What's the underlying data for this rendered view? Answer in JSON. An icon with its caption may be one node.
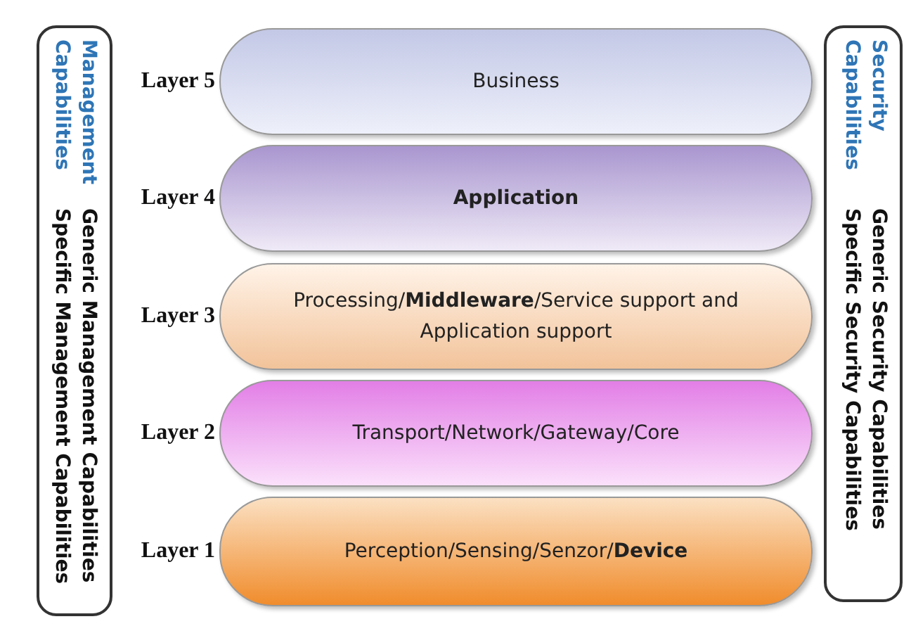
{
  "diagram": {
    "nodes": [
      {
        "text": [
          "Management Capabilities",
          "Generic Management Capabilities",
          "Specific Management Capabilities"
        ]
      },
      {
        "text": [
          "Business"
        ],
        "beside": [
          "Layer 5"
        ]
      },
      {
        "text": [
          "Application"
        ],
        "beside": [
          "Layer 4"
        ]
      },
      {
        "text": [
          "Processing/**Middleware**/Service support and Application support"
        ],
        "beside": [
          "Layer 3"
        ]
      },
      {
        "text": [
          "Transport/Network/Gateway/Core"
        ],
        "beside": [
          "Layer 2"
        ]
      },
      {
        "text": [
          "Perception/Sensing/Senzor/**Device**"
        ],
        "beside": [
          "Layer 1"
        ]
      },
      {
        "text": [
          "Security Capabilities",
          "Generic Security Capabilities",
          "Specific Security Capabilities"
        ]
      }
    ]
  }
}
